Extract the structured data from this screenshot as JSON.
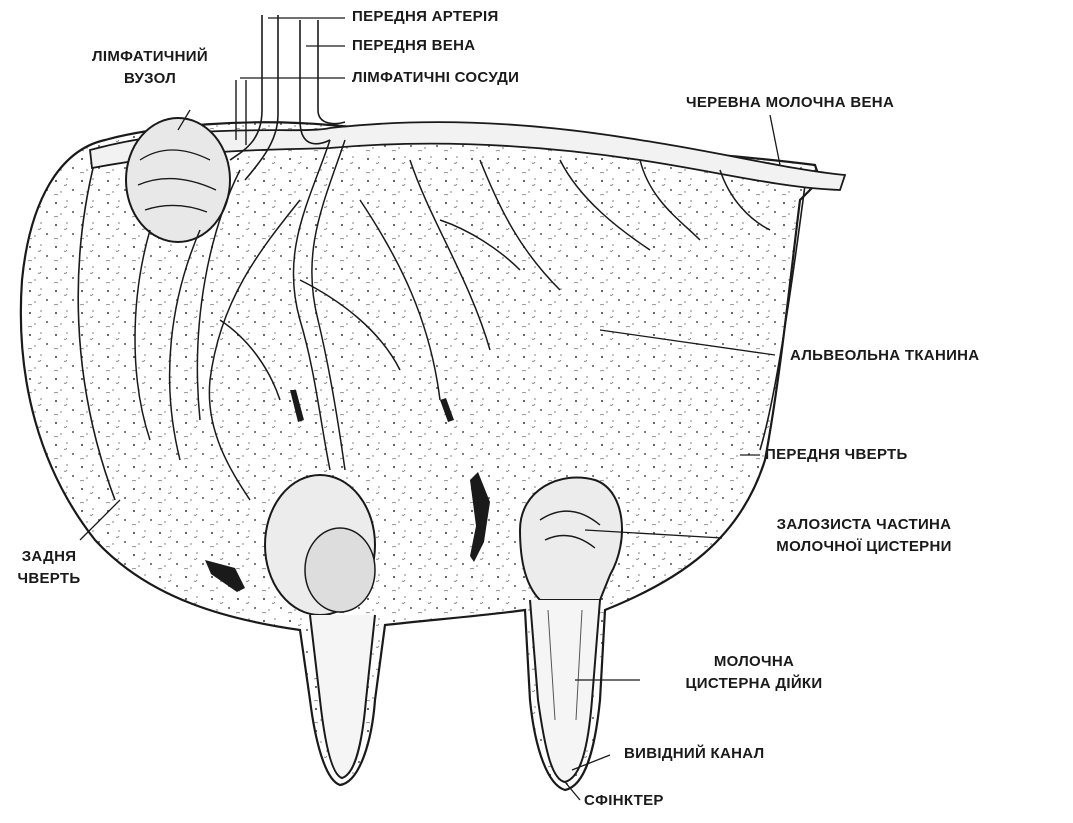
{
  "labels": {
    "front_artery": "ПЕРЕДНЯ АРТЕРІЯ",
    "front_vein": "ПЕРЕДНЯ ВЕНА",
    "lymph_vessels": "ЛІМФАТИЧНІ СОСУДИ",
    "lymph_node_line1": "ЛІМФАТИЧНИЙ",
    "lymph_node_line2": "ВУЗОЛ",
    "abdominal_vein": "ЧЕРЕВНА МОЛОЧНА ВЕНА",
    "alveolar_tissue": "АЛЬВЕОЛЬНА ТКАНИНА",
    "front_quarter": "ПЕРЕДНЯ ЧВЕРТЬ",
    "gland_cistern_line1": "ЗАЛОЗИСТА ЧАСТИНА",
    "gland_cistern_line2": "МОЛОЧНОЇ ЦИСТЕРНИ",
    "rear_quarter_line1": "ЗАДНЯ",
    "rear_quarter_line2": "ЧВЕРТЬ",
    "teat_cistern_line1": "МОЛОЧНА",
    "teat_cistern_line2": "ЦИСТЕРНА ДІЙКИ",
    "outlet_canal": "ВИВІДНИЙ КАНАЛ",
    "sphincter": "СФІНКТЕР"
  },
  "colors": {
    "ink": "#1a1a1a",
    "tissue": "#f2f2f2",
    "paper": "#ffffff"
  }
}
